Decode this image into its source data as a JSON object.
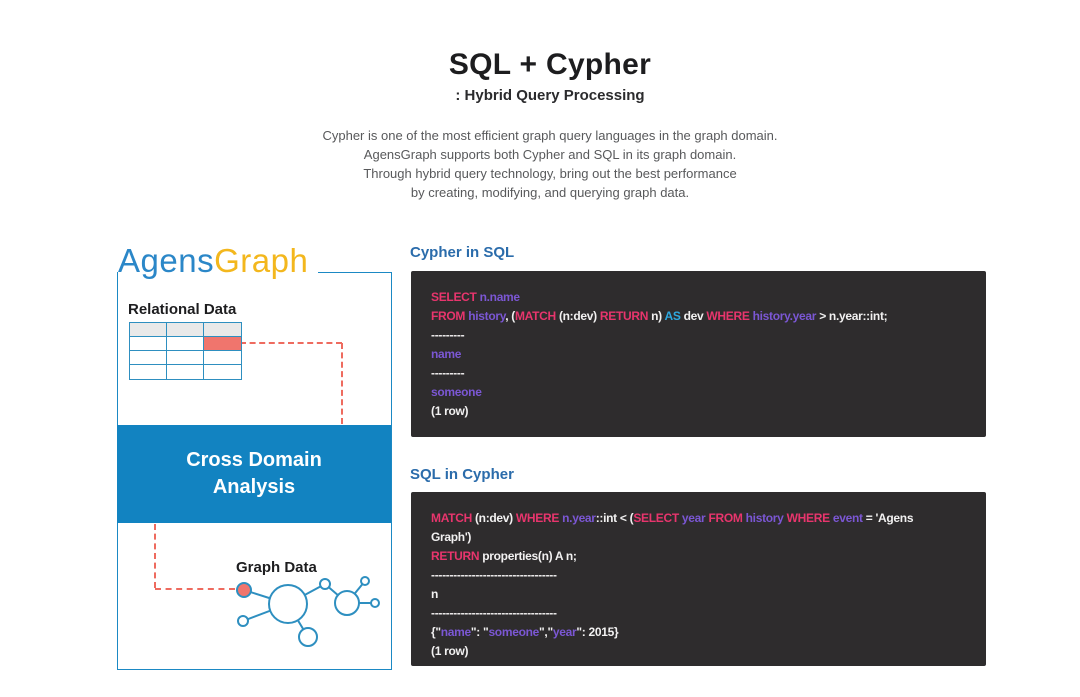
{
  "header": {
    "title": "SQL + Cypher",
    "subtitle": ": Hybrid Query Processing",
    "description_lines": [
      "Cypher is one of the most efficient graph query languages in the graph domain.",
      "AgensGraph supports both Cypher and SQL in its graph domain.",
      "Through hybrid query technology, bring out the best performance",
      "by creating, modifying, and querying graph data."
    ]
  },
  "diagram": {
    "logo_part1": "Agens",
    "logo_part2": "Graph",
    "relational_label": "Relational Data",
    "cross_domain_lines": [
      "Cross Domain",
      "Analysis"
    ],
    "graph_label": "Graph Data",
    "table": {
      "rows": 4,
      "cols": 3,
      "header_row": 0,
      "highlight_cell": {
        "row": 1,
        "col": 2
      }
    },
    "colors": {
      "box_border": "#1b89c4",
      "band_bg": "#1283c1",
      "band_text": "#ffffff",
      "logo_blue": "#2b87c8",
      "logo_yellow": "#f3b71d",
      "table_border": "#2e8fc0",
      "table_header_fill": "#e9e9e9",
      "highlight_fill": "#f0756d",
      "dashed_line": "#ee6b5f",
      "node_stroke": "#2e8fc0",
      "node_highlight_fill": "#f0756d"
    }
  },
  "code": {
    "block_bg": "#2e2c2d",
    "heading_color": "#2b6cab",
    "token_colors": {
      "kw": "#e8356d",
      "id": "#7b57d4",
      "fn": "#2ea9e0",
      "plain": "#f2f1f1"
    },
    "sections": [
      {
        "heading": "Cypher in SQL",
        "lines": [
          [
            {
              "t": "SELECT",
              "c": "kw"
            },
            {
              "t": " ",
              "c": "plain"
            },
            {
              "t": "n.name",
              "c": "id"
            }
          ],
          [
            {
              "t": "FROM",
              "c": "kw"
            },
            {
              "t": " ",
              "c": "plain"
            },
            {
              "t": "history",
              "c": "id"
            },
            {
              "t": ", (",
              "c": "plain"
            },
            {
              "t": "MATCH",
              "c": "kw"
            },
            {
              "t": " (n:dev) ",
              "c": "plain"
            },
            {
              "t": "RETURN",
              "c": "kw"
            },
            {
              "t": " n) ",
              "c": "plain"
            },
            {
              "t": "AS",
              "c": "fn"
            },
            {
              "t": " dev ",
              "c": "plain"
            },
            {
              "t": "WHERE",
              "c": "kw"
            },
            {
              "t": " ",
              "c": "plain"
            },
            {
              "t": "history.year",
              "c": "id"
            },
            {
              "t": " > n.year::int;",
              "c": "plain"
            }
          ],
          [
            {
              "t": "---------",
              "c": "plain"
            }
          ],
          [
            {
              "t": "name",
              "c": "id"
            }
          ],
          [
            {
              "t": "---------",
              "c": "plain"
            }
          ],
          [
            {
              "t": "someone",
              "c": "id"
            }
          ],
          [
            {
              "t": "(1 row)",
              "c": "plain"
            }
          ]
        ]
      },
      {
        "heading": "SQL in Cypher",
        "lines": [
          [
            {
              "t": "MATCH",
              "c": "kw"
            },
            {
              "t": " (n:dev) ",
              "c": "plain"
            },
            {
              "t": "WHERE",
              "c": "kw"
            },
            {
              "t": " ",
              "c": "plain"
            },
            {
              "t": "n.year",
              "c": "id"
            },
            {
              "t": "::int < (",
              "c": "plain"
            },
            {
              "t": "SELECT",
              "c": "kw"
            },
            {
              "t": " ",
              "c": "plain"
            },
            {
              "t": "year",
              "c": "id"
            },
            {
              "t": " ",
              "c": "plain"
            },
            {
              "t": "FROM",
              "c": "kw"
            },
            {
              "t": " ",
              "c": "plain"
            },
            {
              "t": "history",
              "c": "id"
            },
            {
              "t": " ",
              "c": "plain"
            },
            {
              "t": "WHERE",
              "c": "kw"
            },
            {
              "t": " ",
              "c": "plain"
            },
            {
              "t": "event",
              "c": "id"
            },
            {
              "t": " = 'Agens",
              "c": "plain"
            }
          ],
          [
            {
              "t": "Graph')",
              "c": "plain"
            }
          ],
          [
            {
              "t": "RETURN",
              "c": "kw"
            },
            {
              "t": " properties(n) A n;",
              "c": "plain"
            }
          ],
          [
            {
              "t": "----------------------------------",
              "c": "plain"
            }
          ],
          [
            {
              "t": "n",
              "c": "plain"
            }
          ],
          [
            {
              "t": "----------------------------------",
              "c": "plain"
            }
          ],
          [
            {
              "t": "{\"",
              "c": "plain"
            },
            {
              "t": "name",
              "c": "id"
            },
            {
              "t": "\": \"",
              "c": "plain"
            },
            {
              "t": "someone",
              "c": "id"
            },
            {
              "t": "\",\"",
              "c": "plain"
            },
            {
              "t": "year",
              "c": "id"
            },
            {
              "t": "\": 2015}",
              "c": "plain"
            }
          ],
          [
            {
              "t": "(1 row)",
              "c": "plain"
            }
          ]
        ]
      }
    ]
  }
}
